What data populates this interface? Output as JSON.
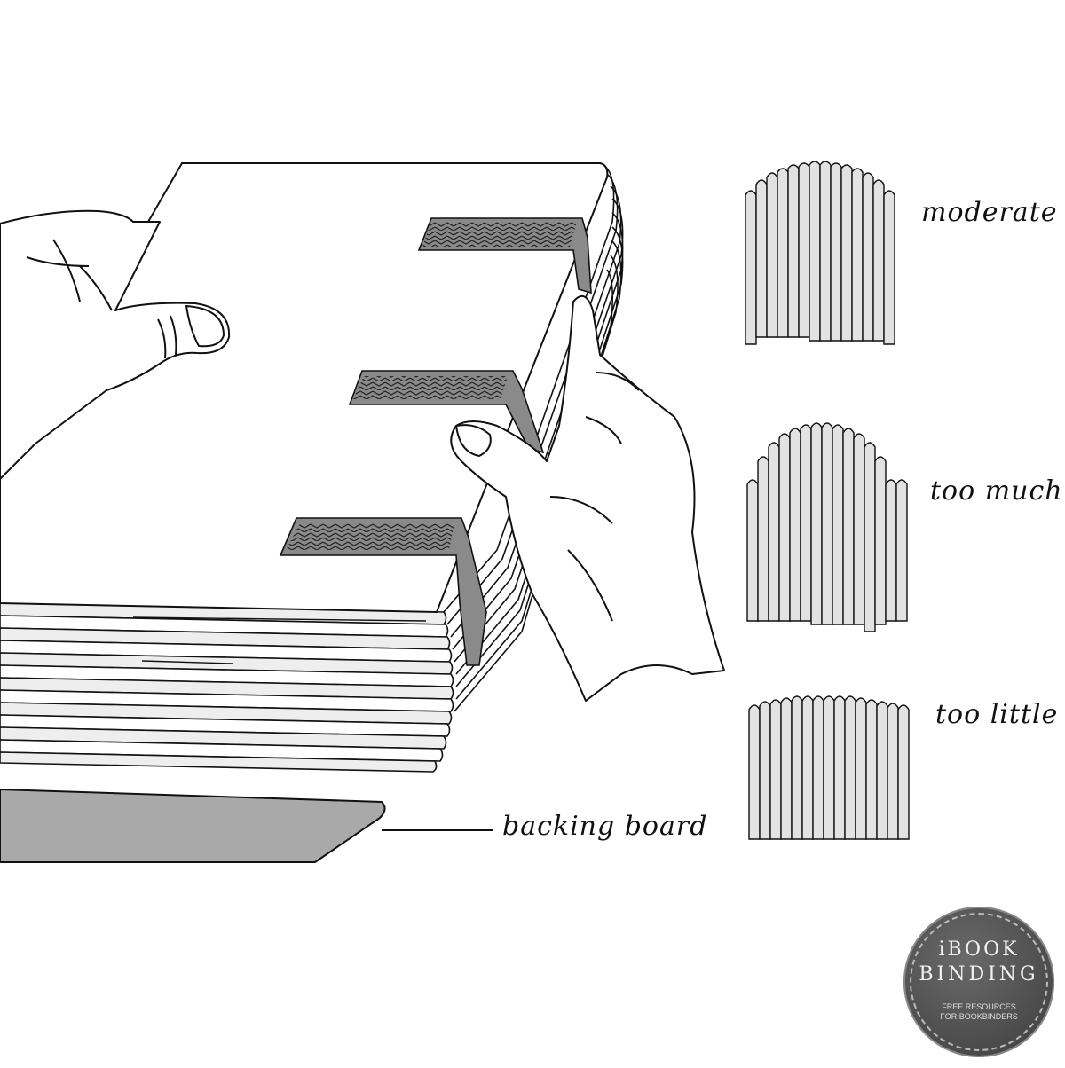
{
  "labels": {
    "moderate": "moderate",
    "too_much": "too much",
    "too_little": "too little",
    "backing_board": "backing board"
  },
  "logo": {
    "line1": "iBOOK",
    "line2": "BINDING",
    "line3": "FREE RESOURCES",
    "line4": "FOR BOOKBINDERS"
  },
  "colors": {
    "tape": "#8a8a8a",
    "board": "#a9a9a9",
    "signature_fill": "#e2e2e2",
    "outline": "#111111"
  }
}
